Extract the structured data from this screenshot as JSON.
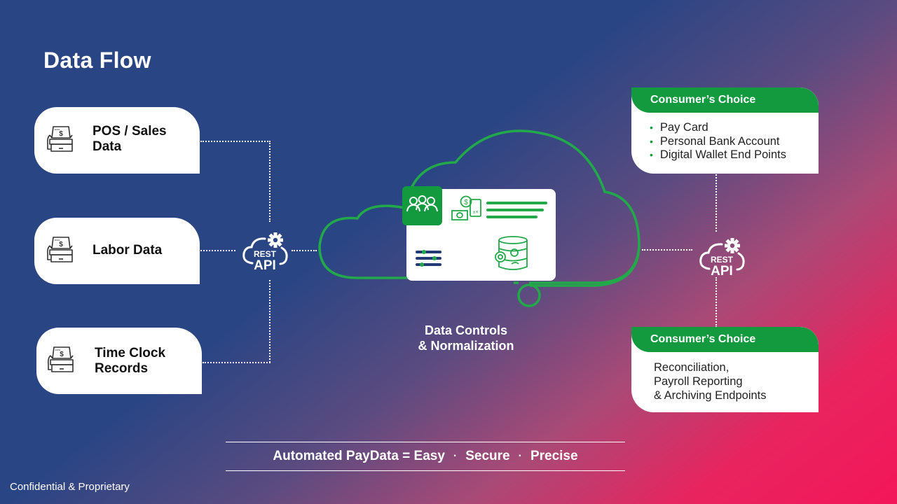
{
  "slide": {
    "title": "Data Flow",
    "footer": "Confidential & Proprietary"
  },
  "sources": [
    {
      "label_line1": "POS / Sales",
      "label_line2": "Data",
      "icon": "pos-terminal-icon"
    },
    {
      "label_line1": "Labor Data",
      "label_line2": "",
      "icon": "pos-terminal-icon"
    },
    {
      "label_line1": "Time Clock",
      "label_line2": "Records",
      "icon": "pos-terminal-icon"
    }
  ],
  "api_badges": {
    "left": {
      "line1": "REST",
      "line2": "API"
    },
    "right": {
      "line1": "REST",
      "line2": "API"
    }
  },
  "center": {
    "caption_line1": "Data Controls",
    "caption_line2": "& Normalization",
    "icons": [
      "people-icon",
      "money-calculator-icon",
      "text-lines-icon",
      "sliders-icon",
      "database-gear-icon"
    ]
  },
  "outputs": [
    {
      "header": "Consumer’s Choice",
      "bullets": [
        "Pay Card",
        "Personal Bank Account",
        "Digital Wallet End Points"
      ]
    },
    {
      "header": "Consumer’s Choice",
      "lines": [
        "Reconciliation,",
        "Payroll Reporting",
        "& Archiving Endpoints"
      ]
    }
  ],
  "tagline": {
    "prefix": "Automated PayData = Easy",
    "separator": "·",
    "item2": "Secure",
    "item3": "Precise"
  },
  "colors": {
    "brand_green": "#139a3e",
    "bg_blue": "#2a4584",
    "bg_pink": "#f31659"
  }
}
